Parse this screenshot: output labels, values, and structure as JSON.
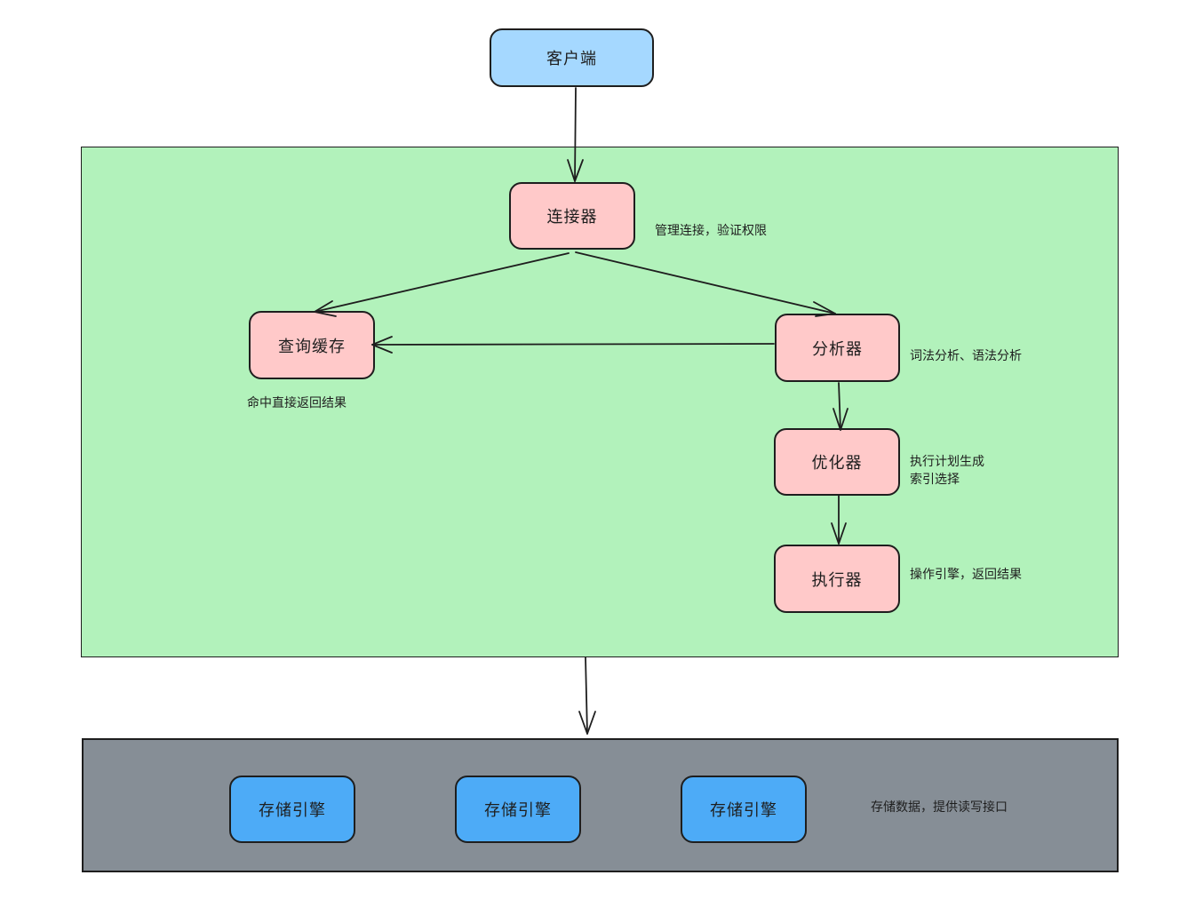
{
  "client": {
    "label": "客户端"
  },
  "server": {
    "connector": {
      "label": "连接器",
      "note": "管理连接，验证权限"
    },
    "query_cache": {
      "label": "查询缓存",
      "note": "命中直接返回结果"
    },
    "analyzer": {
      "label": "分析器",
      "note": "词法分析、语法分析"
    },
    "optimizer": {
      "label": "优化器",
      "note_lines": [
        "执行计划生成",
        "索引选择"
      ]
    },
    "executor": {
      "label": "执行器",
      "note": "操作引擎，返回结果"
    }
  },
  "storage": {
    "engines": [
      {
        "label": "存储引擎"
      },
      {
        "label": "存储引擎"
      },
      {
        "label": "存储引擎"
      }
    ],
    "note": "存储数据，提供读写接口"
  },
  "colors": {
    "client_fill": "#a5d8ff",
    "server_panel_fill": "#b2f2bb",
    "server_node_fill": "#ffc9c9",
    "storage_panel_fill": "#868e96",
    "engine_fill": "#4dabf7",
    "stroke": "#1e1e1e"
  }
}
